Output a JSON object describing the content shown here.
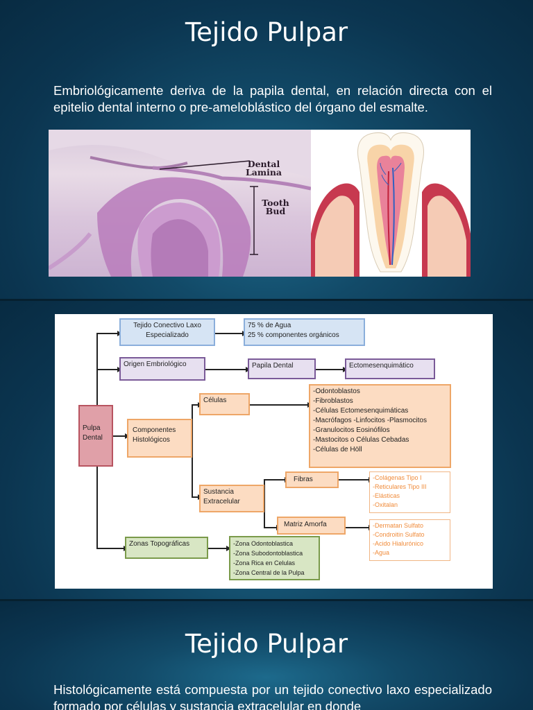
{
  "slide1": {
    "title": "Tejido Pulpar",
    "text": "Embriológicamente deriva de la papila dental, en relación directa con el epitelio dental interno o pre-ameloblástico del órgano del esmalte.",
    "histology_labels": {
      "lamina": "Dental Lamina",
      "bud": "Tooth Bud"
    }
  },
  "diagram": {
    "root": "Pulpa Dental",
    "tejido": {
      "label": "Tejido Conectivo Laxo Especializado",
      "detail": [
        "75 % de Agua",
        "25 % componentes  orgánicos"
      ]
    },
    "origen": {
      "label": "Origen Embriológico",
      "papila": "Papila Dental",
      "ecto": "Ectomesenquimático"
    },
    "componentes": {
      "label": "Componentes Histológicos",
      "celulas": {
        "label": "Células",
        "items": [
          "-Odontoblastos",
          "-Fibroblastos",
          "-Células  Ectomesenquimáticas",
          "-Macrófagos -Linfocitos -Plasmocitos",
          "-Granulocitos Eosinófilos",
          "-Mastocitos o Células Cebadas",
          "-Células de Höll"
        ]
      },
      "sustancia": {
        "label": "Sustancia Extracelular",
        "fibras": {
          "label": "Fibras",
          "items": [
            "-Colágenas Tipo I",
            "-Reticulares Tipo III",
            "-Elásticas",
            "-Oxitalan"
          ]
        },
        "matriz": {
          "label": "Matriz Amorfa",
          "items": [
            "-Dermatan  Sulfato",
            "-Condroitin Sulfato",
            "-Acido  Hialurónico",
            "-Agua"
          ]
        }
      }
    },
    "zonas": {
      "label": "Zonas Topográficas",
      "items": [
        "-Zona Odontoblastica",
        "-Zona Subodontoblastica",
        "-Zona Rica en Celulas",
        "-Zona Central de la Pulpa"
      ]
    }
  },
  "slide3": {
    "title": "Tejido Pulpar",
    "text": "Histológicamente está compuesta por un tejido conectivo laxo especializado formado por células y sustancia extracelular en donde"
  },
  "colors": {
    "background": "#0b3550",
    "accent_orange": "#eea667",
    "accent_purple": "#7a5a98",
    "accent_blue": "#8aaedb",
    "accent_green": "#7a9a4a",
    "root_red": "#e0a0a8"
  }
}
